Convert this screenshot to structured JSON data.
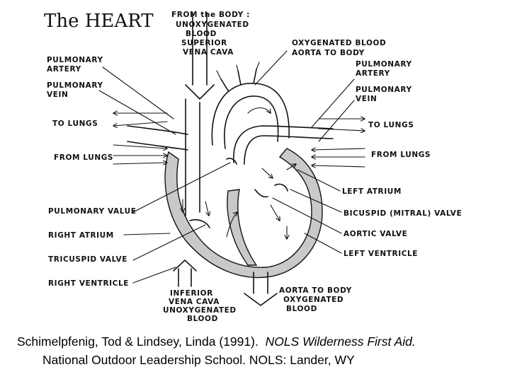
{
  "title": "The HEART",
  "labels": {
    "from_body_1": "FROM the BODY :",
    "from_body_2": "UNOXYGENATED",
    "from_body_3": "BLOOD",
    "superior_1": "SUPERIOR",
    "superior_2": "VENA CAVA",
    "oxy_top_1": "OXYGENATED BLOOD",
    "oxy_top_2": "AORTA TO BODY",
    "pulm_artery_l_1": "PULMONARY",
    "pulm_artery_l_2": "ARTERY",
    "pulm_vein_l_1": "PULMONARY",
    "pulm_vein_l_2": "VEIN",
    "to_lungs_l": "TO LUNGS",
    "from_lungs_l": "FROM LUNGS",
    "pulm_artery_r_1": "PULMONARY",
    "pulm_artery_r_2": "ARTERY",
    "pulm_vein_r_1": "PULMONARY",
    "pulm_vein_r_2": "VEIN",
    "to_lungs_r": "TO LUNGS",
    "from_lungs_r": "FROM LUNGS",
    "left_atrium": "LEFT ATRIUM",
    "bicuspid": "BICUSPID (MITRAL) VALVE",
    "aortic_valve": "AORTIC VALVE",
    "left_ventricle": "LEFT VENTRICLE",
    "pulm_value": "PULMONARY VALUE",
    "right_atrium": "RIGHT ATRIUM",
    "tricuspid": "TRICUSPID VALVE",
    "right_ventricle": "RIGHT VENTRICLE",
    "inferior_1": "INFERIOR",
    "inferior_2": "VENA CAVA",
    "inferior_3": "UNOXYGENATED",
    "inferior_4": "BLOOD",
    "aorta_bottom_1": "AORTA TO BODY",
    "aorta_bottom_2": "OXYGENATED",
    "aorta_bottom_3": "BLOOD"
  },
  "citation": {
    "line1_prefix": "Schimelpfenig, Tod & Lindsey, Linda (1991).",
    "line1_title": "NOLS Wilderness First Aid.",
    "line2": "National Outdoor Leadership School.  NOLS: Lander, WY"
  }
}
